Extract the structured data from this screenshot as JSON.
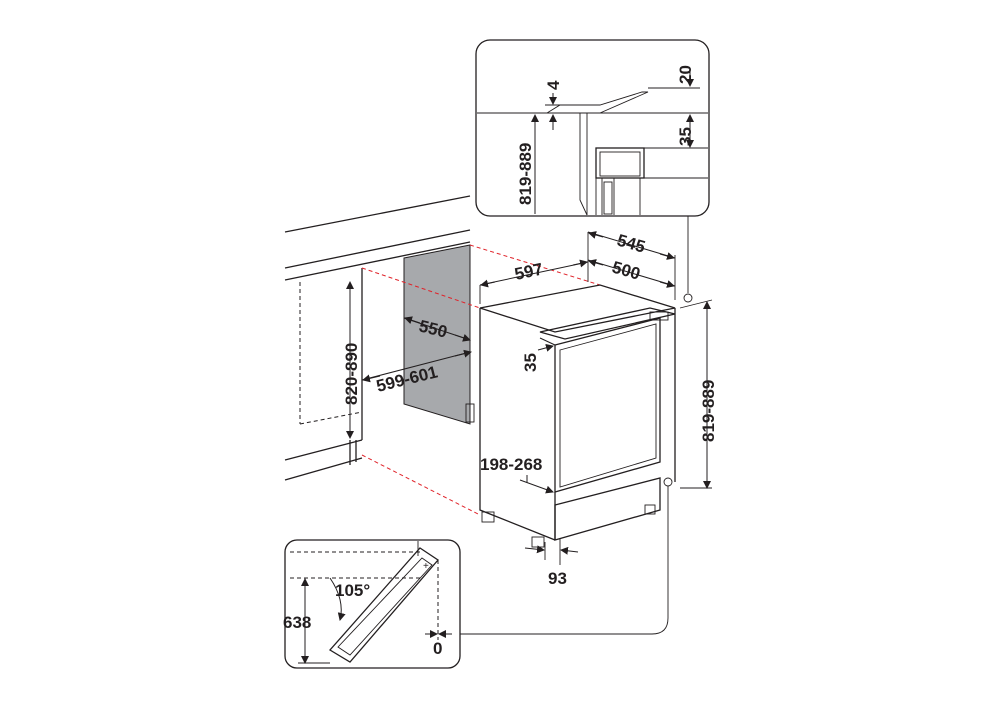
{
  "labels": {
    "inset_top_gap": "4",
    "inset_top_lip": "20",
    "inset_top_plinth": "35",
    "inset_top_height": "819-889",
    "depth_total": "545",
    "depth_body": "500",
    "width_appliance": "597",
    "niche_depth": "550",
    "niche_width": "599-601",
    "niche_height": "820-890",
    "door_offset": "35",
    "appliance_height": "819-889",
    "plinth_range": "198-268",
    "plinth_depth": "93",
    "door_height": "638",
    "door_angle": "105°",
    "door_clearance": "0"
  },
  "colors": {
    "line": "#231f20",
    "red_guide": "#e0242b",
    "niche_fill": "#a7a9ac"
  }
}
